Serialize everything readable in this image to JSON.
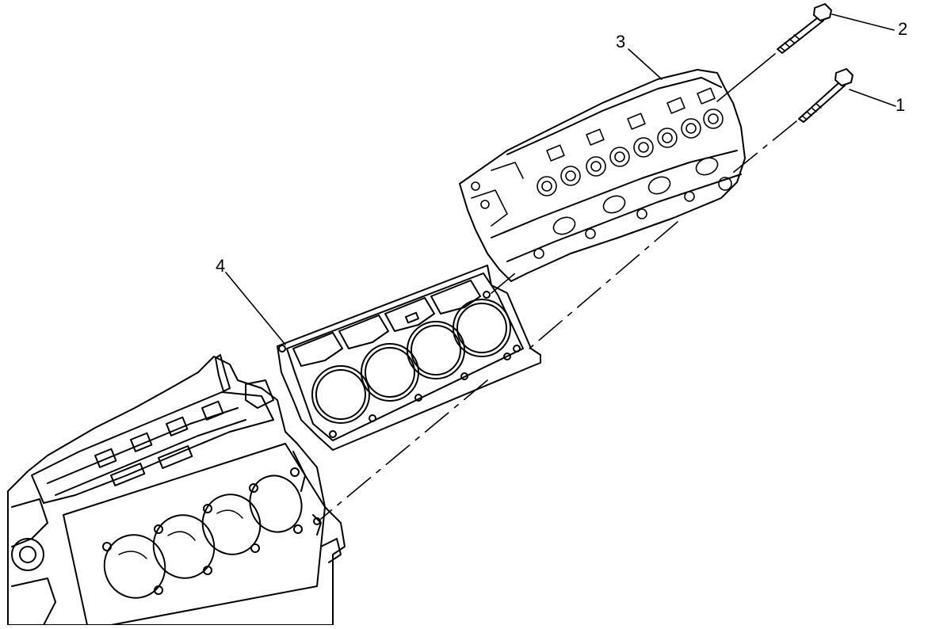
{
  "callouts": [
    {
      "id": "1",
      "label": "1"
    },
    {
      "id": "2",
      "label": "2"
    },
    {
      "id": "3",
      "label": "3"
    },
    {
      "id": "4",
      "label": "4"
    }
  ],
  "colors": {
    "line": "#000000",
    "fill": "#ffffff"
  }
}
